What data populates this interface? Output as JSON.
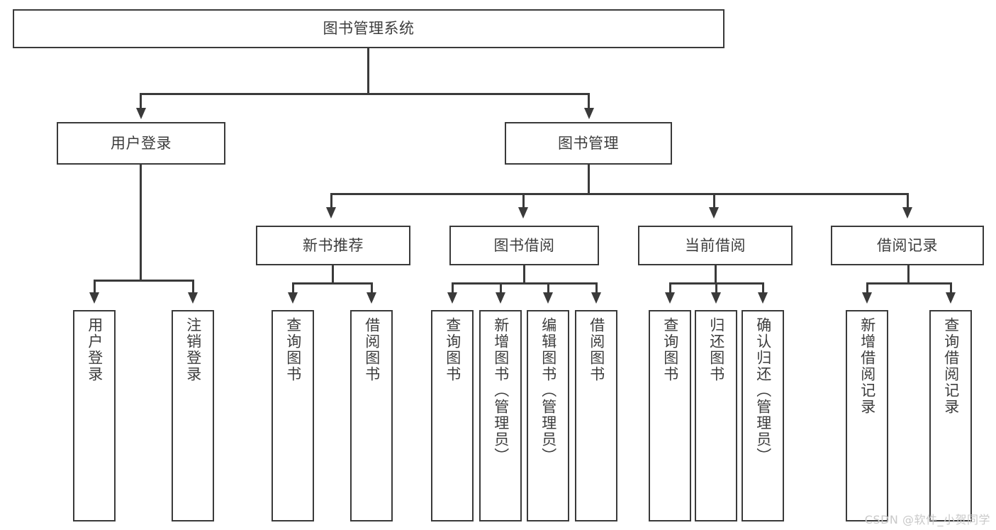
{
  "diagram": {
    "type": "tree-hierarchy",
    "title": "图书管理系统",
    "root": {
      "label": "图书管理系统"
    },
    "level1": [
      {
        "label": "用户登录"
      },
      {
        "label": "图书管理"
      }
    ],
    "level2": [
      {
        "label": "新书推荐"
      },
      {
        "label": "图书借阅"
      },
      {
        "label": "当前借阅"
      },
      {
        "label": "借阅记录"
      }
    ],
    "leaves": {
      "user_login": [
        {
          "label": "用户登录"
        },
        {
          "label": "注销登录"
        }
      ],
      "new_book_recommend": [
        {
          "label": "查询图书"
        },
        {
          "label": "借阅图书"
        }
      ],
      "book_borrow": [
        {
          "label": "查询图书"
        },
        {
          "label": "新增图书（管理员）"
        },
        {
          "label": "编辑图书（管理员）"
        },
        {
          "label": "借阅图书"
        }
      ],
      "current_borrow": [
        {
          "label": "查询图书"
        },
        {
          "label": "归还图书"
        },
        {
          "label": "确认归还（管理员）"
        }
      ],
      "borrow_record": [
        {
          "label": "新增借阅记录"
        },
        {
          "label": "查询借阅记录"
        }
      ]
    }
  },
  "watermark": {
    "text": "CSDN @软件_小贺同学"
  },
  "colors": {
    "stroke": "#3a3a3a",
    "text": "#3d3d3d",
    "background": "#ffffff",
    "watermark": "#c9c9c9"
  }
}
